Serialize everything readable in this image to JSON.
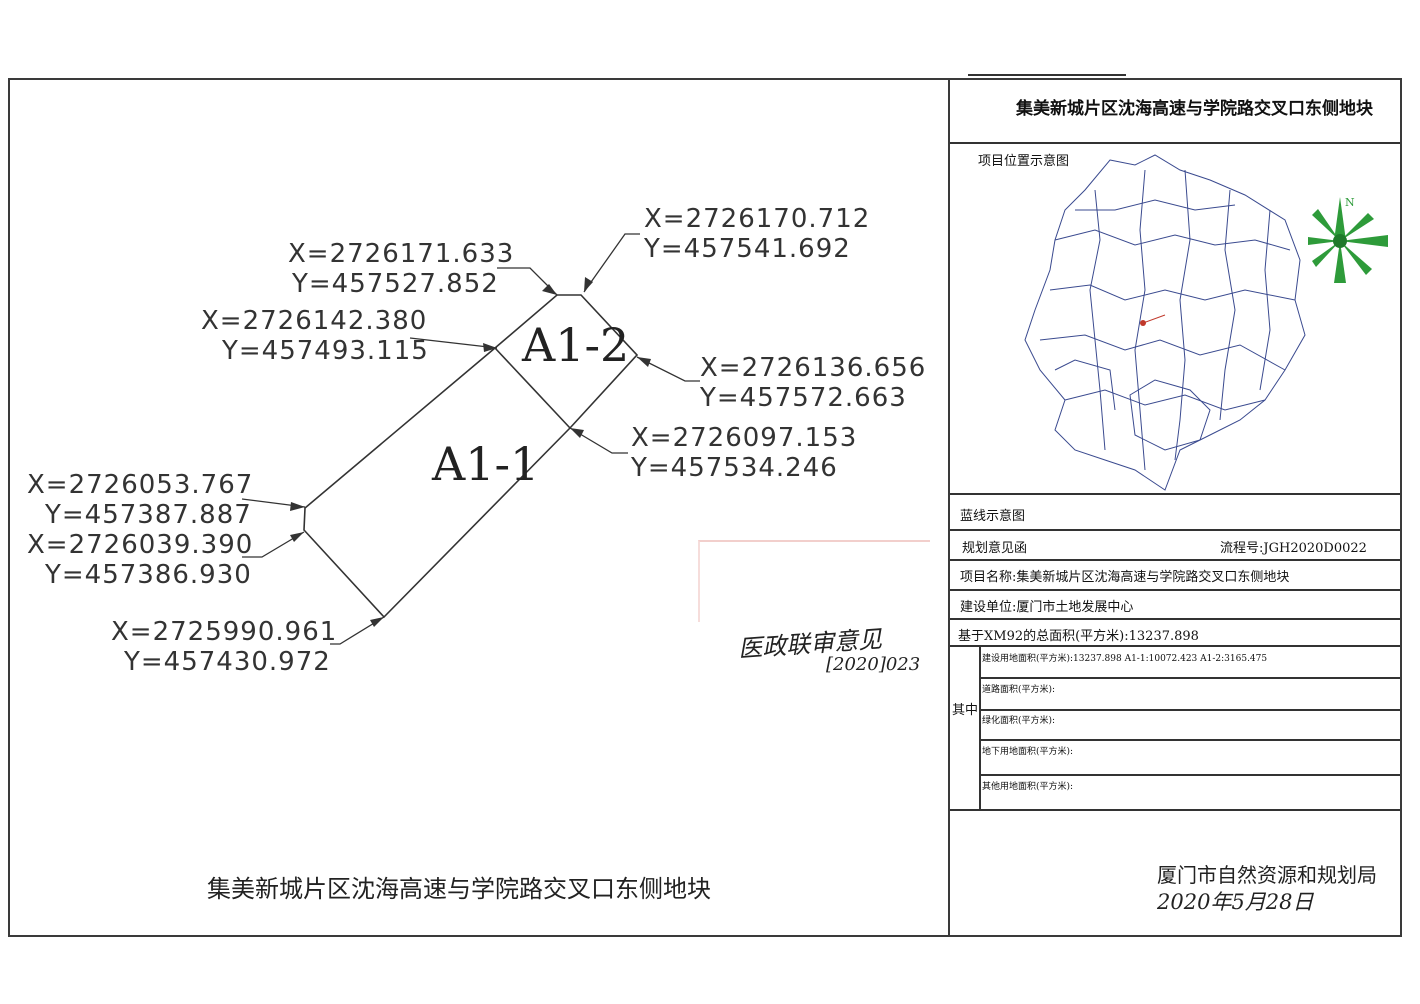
{
  "drawing": {
    "parcels": [
      {
        "id": "a1-2",
        "label": "A1-2"
      },
      {
        "id": "a1-1",
        "label": "A1-1"
      }
    ],
    "coordinates": [
      {
        "x": "X=2726171.633",
        "y": "Y=457527.852"
      },
      {
        "x": "X=2726170.712",
        "y": "Y=457541.692"
      },
      {
        "x": "X=2726142.380",
        "y": "Y=457493.115"
      },
      {
        "x": "X=2726136.656",
        "y": "Y=457572.663"
      },
      {
        "x": "X=2726097.153",
        "y": "Y=457534.246"
      },
      {
        "x": "X=2726053.767",
        "y": "Y=457387.887"
      },
      {
        "x": "X=2726039.390",
        "y": "Y=457386.930"
      },
      {
        "x": "X=2725990.961",
        "y": "Y=457430.972"
      }
    ],
    "bottom_title": "集美新城片区沈海高速与学院路交叉口东侧地块",
    "handwritten_note": "医政联审意见",
    "handwritten_code": "[2020]023"
  },
  "panel": {
    "title": "集美新城片区沈海高速与学院路交叉口东侧地块",
    "location_map_label": "项目位置示意图",
    "north_letter": "N",
    "blueline_label": "蓝线示意图",
    "opinion_label": "规划意见函",
    "process_no": "流程号:JGH2020D0022",
    "project_name": "项目名称:集美新城片区沈海高速与学院路交叉口东侧地块",
    "unit": "建设单位:厦门市土地发展中心",
    "total_area": "基于XM92的总面积(平方米):13237.898",
    "of_which": "其中",
    "sub_rows": [
      "建设用地面积(平方米):13237.898 A1-1:10072.423 A1-2:3165.475",
      "道路面积(平方米):",
      "绿化面积(平方米):",
      "地下用地面积(平方米):",
      "其他用地面积(平方米):"
    ],
    "authority": "厦门市自然资源和规划局",
    "date": "2020年5月28日"
  }
}
